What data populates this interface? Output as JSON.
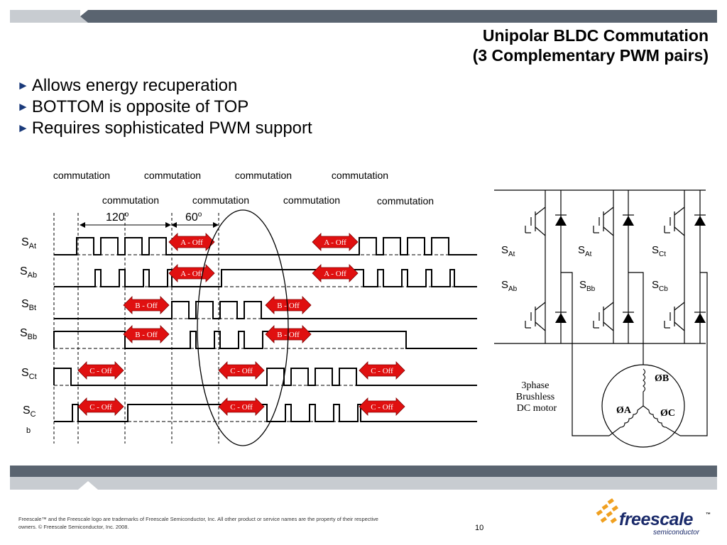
{
  "title": {
    "line1": "Unipolar BLDC Commutation",
    "line2": "(3 Complementary PWM pairs)"
  },
  "bullets": [
    "Allows energy recuperation",
    "BOTTOM is opposite of TOP",
    "Requires sophisticated PWM support"
  ],
  "timing": {
    "commutation_row1": [
      "commutation",
      "commutation",
      "commutation",
      "commutation"
    ],
    "commutation_row2": [
      "commutation",
      "commutation",
      "commutation",
      "commutation"
    ],
    "angle_120": "120",
    "angle_60": "60",
    "degree_mark": "o",
    "signals": [
      {
        "main": "S",
        "sub": "At"
      },
      {
        "main": "S",
        "sub": "Ab"
      },
      {
        "main": "S",
        "sub": "Bt"
      },
      {
        "main": "S",
        "sub": "Bb"
      },
      {
        "main": "S",
        "sub": "Ct"
      },
      {
        "main": "S",
        "sub": "C"
      }
    ],
    "last_signal_wrap": "b",
    "off_labels": {
      "a": "A - Off",
      "b": "B - Off",
      "c": "C - Off"
    }
  },
  "inverter": {
    "switch_labels": [
      {
        "main": "S",
        "sub": "At"
      },
      {
        "main": "S",
        "sub": "At"
      },
      {
        "main": "S",
        "sub": "Ct"
      },
      {
        "main": "S",
        "sub": "Ab"
      },
      {
        "main": "S",
        "sub": "Bb"
      },
      {
        "main": "S",
        "sub": "Cb"
      }
    ]
  },
  "motor": {
    "label_line1": "3phase",
    "label_line2": "Brushless",
    "label_line3": "DC motor",
    "phase_a": "ØA",
    "phase_b": "ØB",
    "phase_c": "ØC"
  },
  "footer": {
    "legal": "Freescale™ and the Freescale logo are trademarks of Freescale Semiconductor, Inc. All other product or service names are the property of their respective owners. © Freescale Semiconductor, Inc. 2008.",
    "page_number": "10",
    "logo_word": "freescale",
    "logo_tm": "™",
    "logo_sub": "semiconductor"
  },
  "colors": {
    "band_dark": "#5a6470",
    "band_light": "#c8ccd1",
    "off_arrow": "#e01010",
    "logo_orange": "#f0a020",
    "logo_blue": "#1a2a6a"
  }
}
